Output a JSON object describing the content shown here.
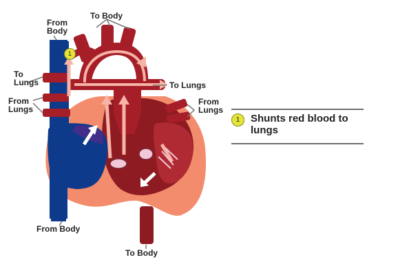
{
  "labels": {
    "to_body_top": "To Body",
    "from_body_top": "From\nBody",
    "to_lungs_left": "To\nLungs",
    "from_lungs_left": "From\nLungs",
    "to_lungs_right": "To Lungs",
    "from_lungs_right": "From\nLungs",
    "from_body_bottom": "From Body",
    "to_body_bottom": "To Body"
  },
  "legend": {
    "badge": "1",
    "text": "Shunts red blood to lungs"
  },
  "marker": {
    "badge": "1"
  },
  "colors": {
    "oxygenated": "#a51e28",
    "deoxygenated": "#0d3a8a",
    "heart_outer": "#f28c6d",
    "heart_inner": "#8e1b22",
    "arrows": "#f7b3a6",
    "valve": "#f2c9d8",
    "badge": "#e4e43a",
    "label_text": "#222222"
  }
}
